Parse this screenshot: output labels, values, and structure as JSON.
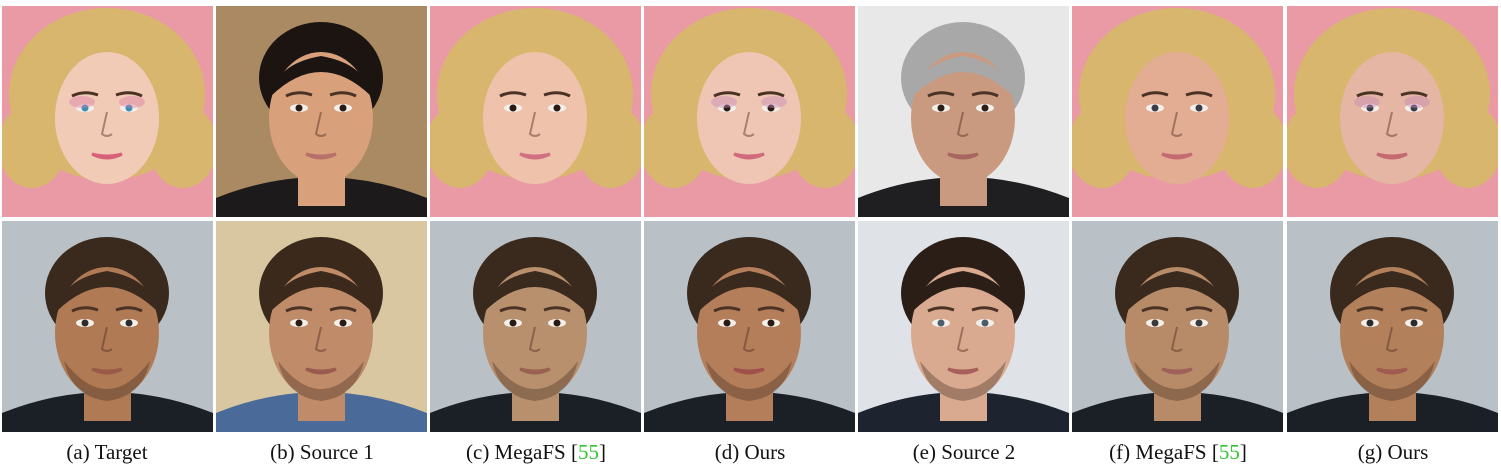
{
  "figure": {
    "columns": [
      {
        "caption": "(a) Target",
        "ref": ""
      },
      {
        "caption": "(b) Source 1",
        "ref": ""
      },
      {
        "caption": "(c) MegaFS [",
        "ref": "55"
      },
      {
        "caption": "(d) Ours",
        "ref": ""
      },
      {
        "caption": "(e) Source 2",
        "ref": ""
      },
      {
        "caption": "(f) MegaFS [",
        "ref": "55"
      },
      {
        "caption": "(g) Ours",
        "ref": ""
      }
    ],
    "rows": [
      [
        {
          "kind": "target",
          "bg": "#e99aa5",
          "hair": "#d9b66d",
          "skin": "#f2cbb7",
          "cloth": "#e99aa5",
          "eye": "#3a8fb5",
          "lip": "#d7607a",
          "blush": "#d97fa9"
        },
        {
          "kind": "source",
          "bg": "#a98a62",
          "hair": "#1b1411",
          "skin": "#d8a07b",
          "cloth": "#1c1a1a",
          "eye": "#2a1a12",
          "lip": "#b8706a",
          "blush": ""
        },
        {
          "kind": "swap",
          "bg": "#e99aa5",
          "hair": "#d9b66d",
          "skin": "#efc2ab",
          "cloth": "#e99aa5",
          "eye": "#2a1a12",
          "lip": "#d07080",
          "blush": ""
        },
        {
          "kind": "swap",
          "bg": "#e99aa5",
          "hair": "#d9b66d",
          "skin": "#efc6b3",
          "cloth": "#e99aa5",
          "eye": "#2a1a12",
          "lip": "#d06a7c",
          "blush": "#c88ab8"
        },
        {
          "kind": "source",
          "bg": "#e8e8e8",
          "hair": "#a8a8a8",
          "skin": "#c99a80",
          "cloth": "#1f1f22",
          "eye": "#2b1d17",
          "lip": "#a86660",
          "blush": ""
        },
        {
          "kind": "swap",
          "bg": "#e99aa5",
          "hair": "#d9b66d",
          "skin": "#e2ad93",
          "cloth": "#e99aa5",
          "eye": "#3b3c48",
          "lip": "#c46b72",
          "blush": ""
        },
        {
          "kind": "swap",
          "bg": "#e99aa5",
          "hair": "#d9b66d",
          "skin": "#e5b6a3",
          "cloth": "#e99aa5",
          "eye": "#3b3c48",
          "lip": "#c46b72",
          "blush": "#c88ab8"
        }
      ],
      [
        {
          "kind": "target",
          "bg": "#b9c0c6",
          "hair": "#3a2a1e",
          "skin": "#b07a55",
          "cloth": "#1b1f26",
          "eye": "#2b2b2b",
          "lip": "#9a5a48",
          "blush": ""
        },
        {
          "kind": "source",
          "bg": "#d8c7a0",
          "hair": "#3b2a1c",
          "skin": "#c08b69",
          "cloth": "#4a6b9a",
          "eye": "#2a1a12",
          "lip": "#9a5a4d",
          "blush": ""
        },
        {
          "kind": "swap",
          "bg": "#b9c0c6",
          "hair": "#3a2a1e",
          "skin": "#b8906e",
          "cloth": "#1b1f26",
          "eye": "#2a1a12",
          "lip": "#9a6050",
          "blush": ""
        },
        {
          "kind": "swap",
          "bg": "#b9c0c6",
          "hair": "#3a2a1e",
          "skin": "#b57e5b",
          "cloth": "#1b1f26",
          "eye": "#2a1a12",
          "lip": "#a0504a",
          "blush": ""
        },
        {
          "kind": "source",
          "bg": "#dfe3e8",
          "hair": "#2b1e16",
          "skin": "#d9aa90",
          "cloth": "#1e2330",
          "eye": "#4a5e6e",
          "lip": "#a8605c",
          "blush": ""
        },
        {
          "kind": "swap",
          "bg": "#b9c0c6",
          "hair": "#3a2a1e",
          "skin": "#b88b68",
          "cloth": "#1b1f26",
          "eye": "#3a3a3a",
          "lip": "#a0605a",
          "blush": ""
        },
        {
          "kind": "swap",
          "bg": "#b9c0c6",
          "hair": "#3a2a1e",
          "skin": "#b3805c",
          "cloth": "#1b1f26",
          "eye": "#2b2b2b",
          "lip": "#a05a50",
          "blush": ""
        }
      ]
    ]
  }
}
